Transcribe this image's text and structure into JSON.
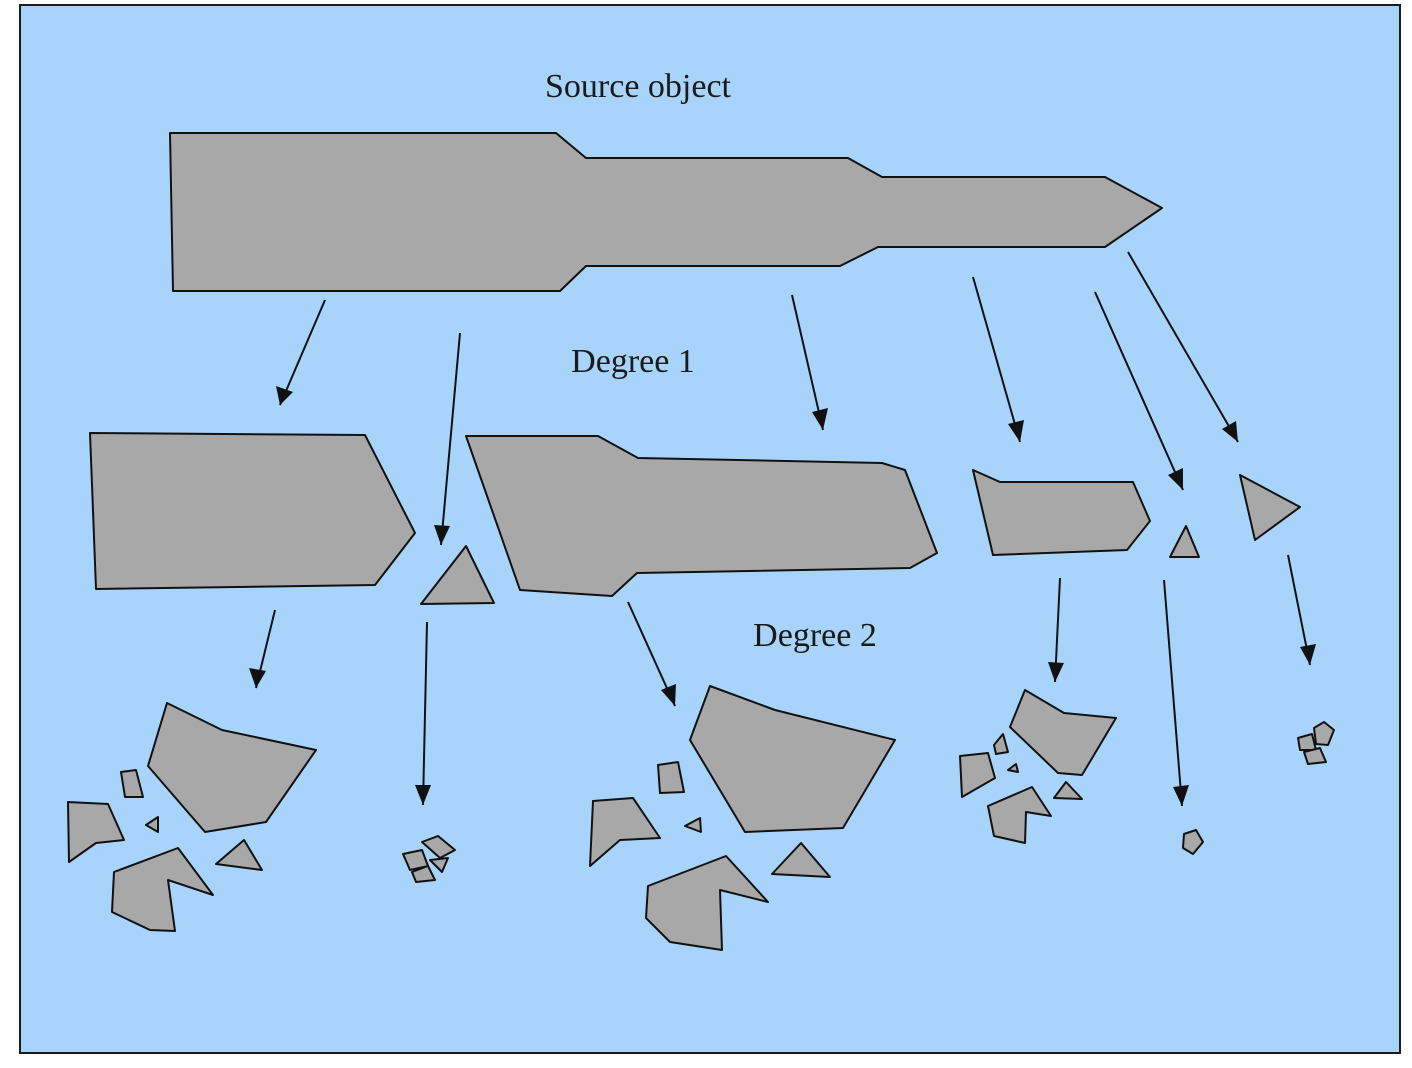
{
  "labels": {
    "source": "Source object",
    "degree1": "Degree 1",
    "degree2": "Degree 2"
  },
  "colors": {
    "background": "#a8d4fb",
    "fragment_fill": "#a8a8a8",
    "outline": "#111111"
  }
}
